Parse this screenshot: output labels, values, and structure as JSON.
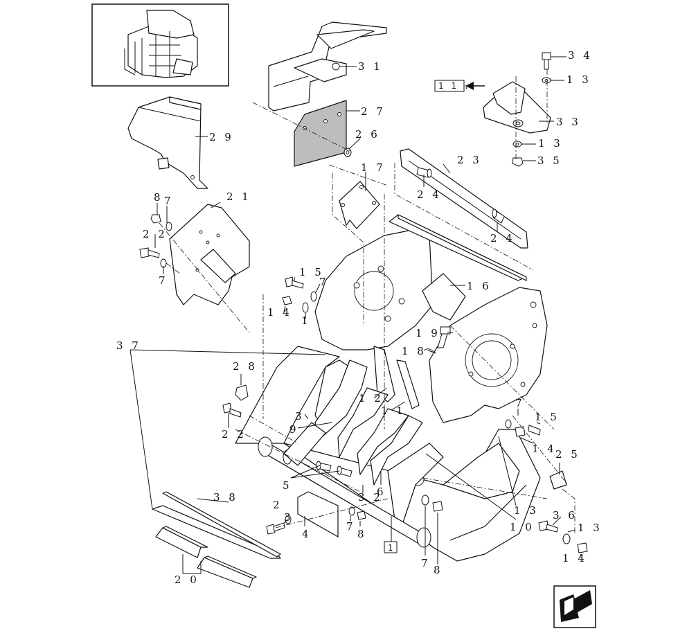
{
  "ref_box_label": "1 1 .",
  "ref_box_bottom": "1",
  "callouts": [
    {
      "id": "c31",
      "text": "3 1"
    },
    {
      "id": "c27",
      "text": "2 7"
    },
    {
      "id": "c26",
      "text": "2 6"
    },
    {
      "id": "c29",
      "text": "2 9"
    },
    {
      "id": "c34",
      "text": "3 4"
    },
    {
      "id": "c13a",
      "text": "1 3"
    },
    {
      "id": "c33",
      "text": "3 3"
    },
    {
      "id": "c13b",
      "text": "1 3"
    },
    {
      "id": "c35",
      "text": "3 5"
    },
    {
      "id": "c23",
      "text": "2 3"
    },
    {
      "id": "c17",
      "text": "1 7"
    },
    {
      "id": "c24a",
      "text": "2 4"
    },
    {
      "id": "c24b",
      "text": "2 4"
    },
    {
      "id": "c21",
      "text": "2 1"
    },
    {
      "id": "c8a",
      "text": "8"
    },
    {
      "id": "c7a",
      "text": "7"
    },
    {
      "id": "c22a",
      "text": "2 2"
    },
    {
      "id": "c7b",
      "text": "7"
    },
    {
      "id": "c15a",
      "text": "1 5"
    },
    {
      "id": "c7c",
      "text": "7"
    },
    {
      "id": "c16",
      "text": "1 6"
    },
    {
      "id": "c14a",
      "text": "1 4"
    },
    {
      "id": "c1a",
      "text": "1"
    },
    {
      "id": "c19",
      "text": "1 9"
    },
    {
      "id": "c37",
      "text": "3 7"
    },
    {
      "id": "c18",
      "text": "1 8"
    },
    {
      "id": "c28",
      "text": "2 8"
    },
    {
      "id": "c12",
      "text": "1 2"
    },
    {
      "id": "c11",
      "text": "1 1"
    },
    {
      "id": "c3a",
      "text": "3"
    },
    {
      "id": "c9",
      "text": "9"
    },
    {
      "id": "c22b",
      "text": "2 2"
    },
    {
      "id": "c7d",
      "text": "7"
    },
    {
      "id": "c15b",
      "text": "1 5"
    },
    {
      "id": "c14b",
      "text": "1 4"
    },
    {
      "id": "c25",
      "text": "2 5"
    },
    {
      "id": "c5",
      "text": "5"
    },
    {
      "id": "c38",
      "text": "3 8"
    },
    {
      "id": "c2",
      "text": "2"
    },
    {
      "id": "c3b",
      "text": "3"
    },
    {
      "id": "c4",
      "text": "4"
    },
    {
      "id": "c7e",
      "text": "7"
    },
    {
      "id": "c8b",
      "text": "8"
    },
    {
      "id": "c32",
      "text": "3 2"
    },
    {
      "id": "c6",
      "text": "6"
    },
    {
      "id": "c13c",
      "text": "1 3"
    },
    {
      "id": "c10",
      "text": "1 0"
    },
    {
      "id": "c36",
      "text": "3 6"
    },
    {
      "id": "c13d",
      "text": "1 3"
    },
    {
      "id": "c14c",
      "text": "1 4"
    },
    {
      "id": "c7f",
      "text": "7"
    },
    {
      "id": "c8c",
      "text": "8"
    },
    {
      "id": "c20",
      "text": "2 0"
    }
  ],
  "icons": {
    "thumbnail": "machine-overview-icon",
    "nav": "next-page-arrow-icon"
  }
}
